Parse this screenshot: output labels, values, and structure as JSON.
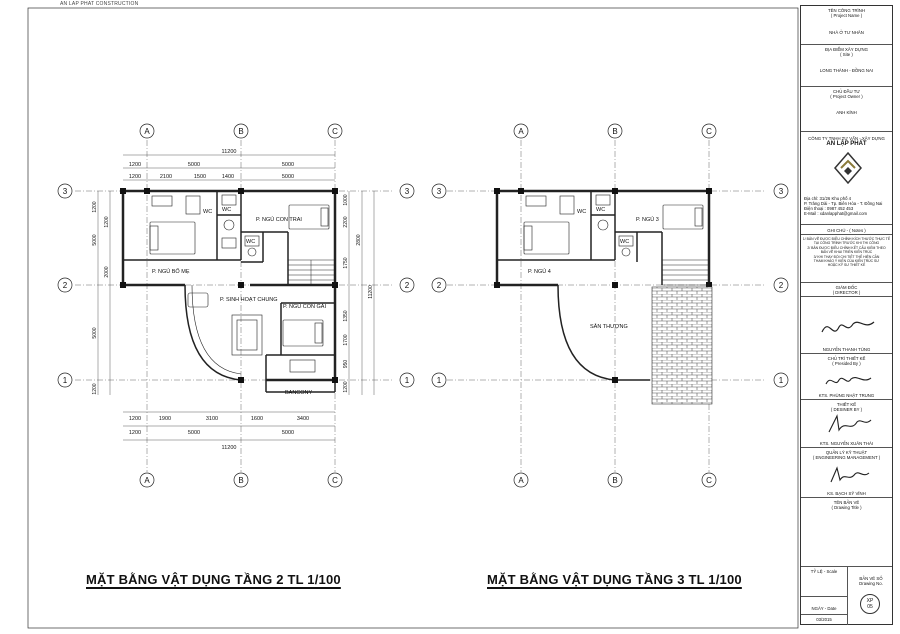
{
  "header": {
    "brand": "AN LAP PHAT CONSTRUCTION"
  },
  "plans": {
    "floor2": {
      "title": "MẶT BẰNG VẬT DỤNG TẦNG 2  TL 1/100",
      "rooms": {
        "wc1": "WC",
        "wc2": "WC",
        "wc3": "WC",
        "son": "P. NGỦ CON TRAI",
        "parents": "P. NGỦ BỐ MẸ",
        "living": "P. SINH HOẠT CHUNG",
        "daughter": "P. NGỦ CON GÁI",
        "balcony": "BANCONY"
      },
      "dims_top": {
        "total": "11200",
        "row1": [
          "1200",
          "5000",
          "5000"
        ],
        "row2": [
          "1200",
          "2100",
          "1500",
          "1400",
          "5000"
        ]
      },
      "dims_bottom": {
        "row1": [
          "1200",
          "1900",
          "3100",
          "1600",
          "3400"
        ],
        "row2": [
          "1200",
          "5000",
          "5000"
        ],
        "total": "11200"
      },
      "dims_left": [
        "1200",
        "1200",
        "5000",
        "2000",
        "5000",
        "1200"
      ],
      "dims_right": [
        "1000",
        "2200",
        "2800",
        "1750",
        "1350",
        "1700",
        "950",
        "1200",
        "11200"
      ]
    },
    "floor3": {
      "title": "MẶT BẰNG VẬT DỤNG TẦNG 3  TL 1/100",
      "rooms": {
        "wc1": "WC",
        "wc2": "WC",
        "wc3": "WC",
        "room3": "P. NGỦ 3",
        "room4": "P. NGỦ 4",
        "terrace": "SÂN THƯỢNG"
      }
    },
    "grid": {
      "cols": [
        "A",
        "B",
        "C"
      ],
      "rows": [
        "3",
        "2",
        "1"
      ]
    }
  },
  "title_block": {
    "project_name_label": "TÊN CÔNG TRÌNH",
    "project_name_en": "( Project Name )",
    "project_name": "NHÀ Ở TƯ NHÂN",
    "site_label": "ĐỊA ĐIỂM XÂY DỰNG",
    "site_en": "( Site )",
    "site": "LONG THÀNH - ĐỒNG NAI",
    "owner_label": "CHỦ ĐẦU TƯ",
    "owner_en": "( Project Owner )",
    "owner": "ANH KÍNH",
    "company_line1": "CÔNG TY TNHH TƯ VẤN - XÂY DỰNG",
    "company_line2": "AN LẬP PHÁT",
    "address": "Địa chỉ: 31/26 Khu phố 4",
    "address2": "P. Trảng Dài - Tp. Biên Hòa - T. Đồng Nai",
    "phone": "Điện thoại : 0987 452 453",
    "email": "E-Mail : xdanlapphat@gmail.com",
    "notes_label": "GHI CHÚ - ( Notes )",
    "notes": [
      "1/ BẢN VẼ ĐƯỢC ĐIỀU CHỈNH KÍCH THƯỚC THỰC TẾ",
      "TẠI CÔNG TRÌNH TRƯỚC KHI THI CÔNG",
      "2/ BẢN ĐƯỢC ĐIỀU CHỈNH KẾT CẤU KIỂM THEO",
      "BẢN VẼ KHAI TRIỂN KIẾN TRÚC",
      "3/ KHI THAY ĐỔI CHI TIẾT THẾ HIỆN CẦN",
      "THAM KHẢO Ý KIẾN CỦA KIẾN TRÚC SƯ",
      "HOẶC KỸ SƯ THIẾT KẾ"
    ],
    "director_label": "GIÁM ĐỐC",
    "director_en": "( DIRECTOR )",
    "presided_name": "NGUYỄN THANH TÙNG",
    "presided_label": "CHỦ TRÌ THIẾT KẾ",
    "presided_en": "( Presided By )",
    "designer_name": "KTS. PHÙNG NHẬT TRUNG",
    "designer_label": "THIẾT KẾ",
    "designer_en": "( DESINER BY )",
    "eng_name": "KTS. NGUYỄN XUÂN THÁI",
    "eng_label": "QUẢN LÝ KỸ THUẬT",
    "eng_en": "( ENGINEERING MANAGEMENT )",
    "drawing_name": "KS. BẠCH SỸ VĨNH",
    "drawing_label": "TÊN BẢN VẼ",
    "drawing_en": "( Drawing Title )",
    "scale_label": "TỶ LỆ - Scale",
    "drawing_no_label": "BẢN VẼ SỐ",
    "drawing_no_en": "Drawing No.",
    "date_label": "NGÀY - Date",
    "date": "03/2015",
    "sheet_no": "XP",
    "sheet_sub": "05"
  }
}
